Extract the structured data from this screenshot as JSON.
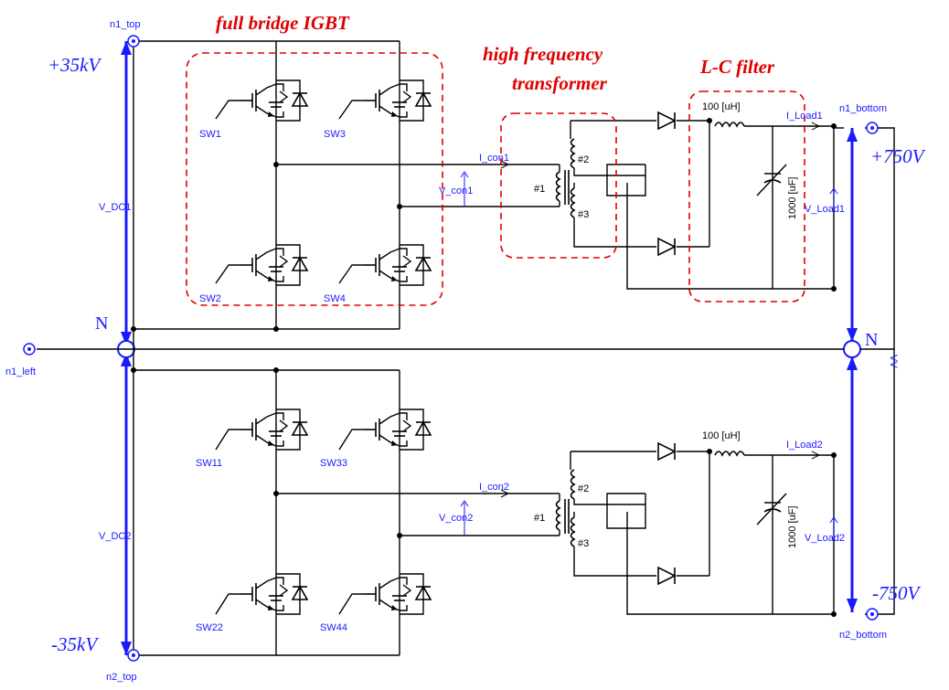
{
  "annotations": {
    "bridge": "full bridge IGBT",
    "transformer_line1": "high frequency",
    "transformer_line2": "transformer",
    "filter": "L-C filter"
  },
  "voltages": {
    "plus_dc": "+35kV",
    "minus_dc": "-35kV",
    "plus_out": "+750V",
    "minus_out": "-750V",
    "neutral_left": "N",
    "neutral_right": "N"
  },
  "nodes": {
    "n1_top": "n1_top",
    "n2_top": "n2_top",
    "n1_left": "n1_left",
    "n1_bottom": "n1_bottom",
    "n2_bottom": "n2_bottom"
  },
  "switches": {
    "sw1": "SW1",
    "sw2": "SW2",
    "sw3": "SW3",
    "sw4": "SW4",
    "sw11": "SW11",
    "sw22": "SW22",
    "sw33": "SW33",
    "sw44": "SW44"
  },
  "meters": {
    "v_dc1": "V_DC1",
    "v_dc2": "V_DC2",
    "i_con1": "I_con1",
    "v_con1": "V_con1",
    "i_con2": "I_con2",
    "v_con2": "V_con2",
    "i_load1": "I_Load1",
    "v_load1": "V_Load1",
    "i_load2": "I_Load2",
    "v_load2": "V_Load2",
    "vv": "VV"
  },
  "windings": {
    "w1": "#1",
    "w2": "#2",
    "w3": "#3"
  },
  "components": {
    "inductor": "100 [uH]",
    "capacitor": "1000 [uF]"
  },
  "colors": {
    "annotation": "#e00000",
    "voltage": "#1a1aff",
    "wire": "#000000"
  }
}
